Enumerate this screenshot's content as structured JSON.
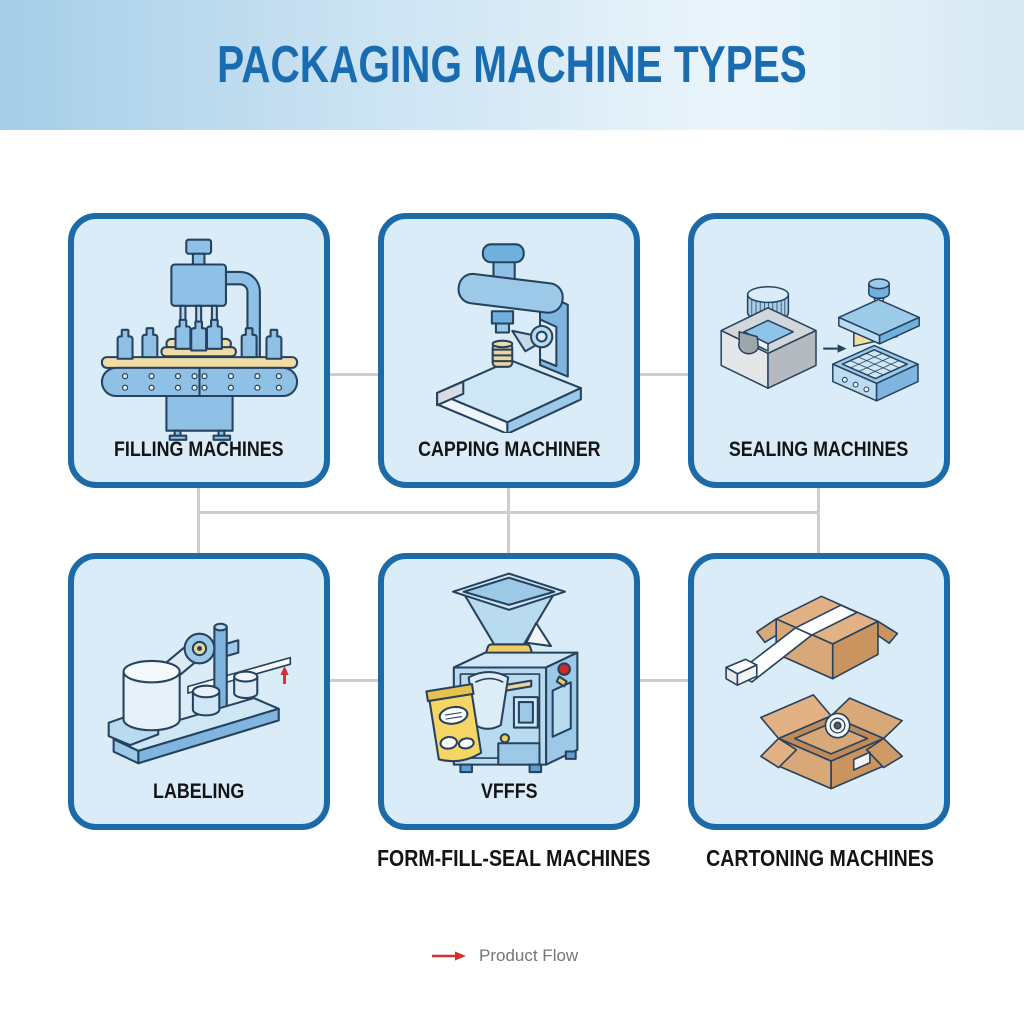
{
  "header": {
    "title": "PACKAGING MACHINE TYPES"
  },
  "boxes": [
    {
      "label": "FILLING MACHINES",
      "icon": "filling-machine-icon"
    },
    {
      "label": "CAPPING MACHINER",
      "icon": "capping-machine-icon"
    },
    {
      "label": "SEALING MACHINES",
      "icon": "sealing-machine-icon"
    },
    {
      "label": "LABELING",
      "icon": "labeling-machine-icon"
    },
    {
      "label": "VFFFS",
      "icon": "vffs-machine-icon",
      "sub_label": "FORM-FILL-SEAL MACHINES"
    },
    {
      "label": "",
      "icon": "cartoning-machine-icon",
      "sub_label": "CARTONING MACHINES"
    }
  ],
  "legend": {
    "arrow_icon": "product-flow-arrow-icon",
    "label": "Product Flow"
  },
  "colors": {
    "title_text": "#1a6cb1",
    "header_gradient_left": "#a5cee8",
    "header_gradient_right": "#e9f4fb",
    "box_border": "#1c6ba8",
    "box_fill": "#d9ecf7",
    "label_text": "#141414",
    "connector_line": "#cdcdcd",
    "legend_arrow": "#d2302c",
    "legend_text": "#767676",
    "machine_blue": "#8fc1e6",
    "machine_blue_dark": "#6fb0dc",
    "machine_outline": "#26425f",
    "conveyor_tan": "#f0dca6",
    "carton_tan": "#d9a878",
    "gray_block": "#d3d7db",
    "bag_yellow": "#f5d563",
    "stop_button_red": "#cc2a2a"
  }
}
